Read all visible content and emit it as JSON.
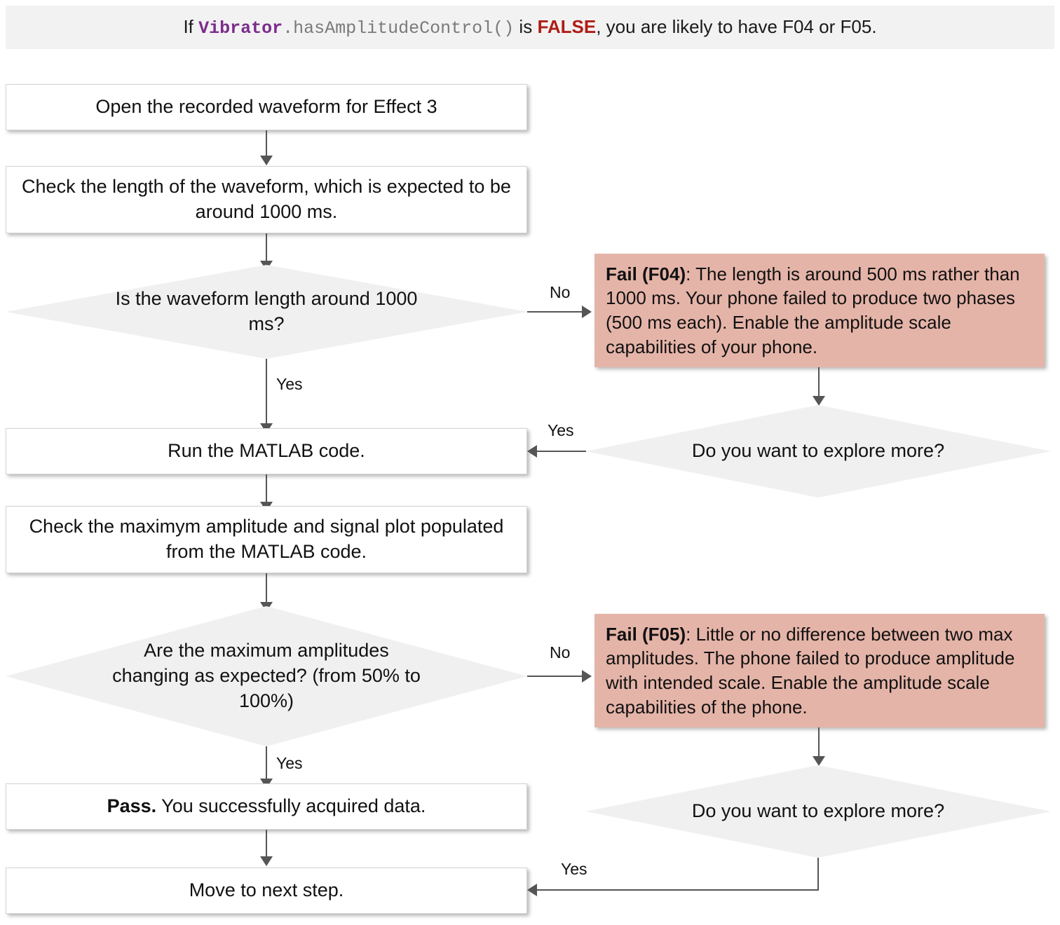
{
  "header": {
    "prefix": "If ",
    "code_class": "Vibrator",
    "code_method": ".hasAmplitudeControl()",
    "mid": " is ",
    "value": "FALSE",
    "suffix": ", you are likely to have F04 or F05.",
    "background": "#f2f2f2",
    "class_color": "#7b2d8b",
    "method_color": "#7a7a7a",
    "value_color": "#b01c16"
  },
  "colors": {
    "process_fill": "#ffffff",
    "process_border": "#d4d4d4",
    "decision_fill": "#f0f0f0",
    "fail_fill": "#e5b4a8",
    "connector": "#555555",
    "text": "#111111"
  },
  "nodes": {
    "open_waveform": {
      "type": "process",
      "text": "Open the recorded waveform for Effect 3"
    },
    "check_length": {
      "type": "process",
      "text": "Check the length of the waveform, which is expected to be around 1000 ms."
    },
    "decide_length": {
      "type": "decision",
      "text": "Is the waveform length around 1000 ms?"
    },
    "fail_f04": {
      "type": "fail",
      "label": "Fail (F04)",
      "separator": ": ",
      "text": "The length is around 500 ms rather than 1000 ms. Your phone failed to produce two phases (500 ms each). Enable the amplitude scale capabilities of your phone."
    },
    "explore_more_top": {
      "type": "decision",
      "text": "Do you want to explore more?"
    },
    "run_matlab": {
      "type": "process",
      "text": "Run the MATLAB code."
    },
    "check_amplitude": {
      "type": "process",
      "text": "Check the maximym amplitude and signal plot populated from the MATLAB code."
    },
    "decide_amplitude": {
      "type": "decision",
      "text": "Are the maximum amplitudes changing as expected? (from 50% to 100%)"
    },
    "fail_f05": {
      "type": "fail",
      "label": "Fail (F05)",
      "separator": ": ",
      "text": "Little or no difference between two max amplitudes. The phone failed to produce amplitude with intended scale. Enable the amplitude scale capabilities of the phone."
    },
    "explore_more_bottom": {
      "type": "decision",
      "text": "Do you want to explore more?"
    },
    "pass": {
      "type": "process",
      "label": "Pass.",
      "text": " You successfully acquired data."
    },
    "next_step": {
      "type": "process",
      "text": "Move to next step."
    }
  },
  "edges": {
    "length_no": "No",
    "length_yes": "Yes",
    "explore_top_yes": "Yes",
    "amplitude_no": "No",
    "amplitude_yes": "Yes",
    "explore_bottom_yes": "Yes"
  }
}
